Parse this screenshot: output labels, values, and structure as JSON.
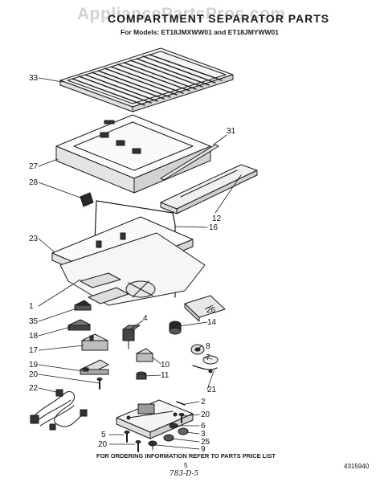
{
  "header": {
    "watermark": "AppliancePartsPros.com",
    "title": "COMPARTMENT SEPARATOR PARTS",
    "subtitle": "For Models: ET18JMXWW01 and ET18JMYWW01"
  },
  "callouts": [
    "33",
    "31",
    "27",
    "28",
    "12",
    "16",
    "23",
    "1",
    "26",
    "35",
    "4",
    "14",
    "18",
    "8",
    "7",
    "17",
    "10",
    "11",
    "19",
    "20",
    "21",
    "22",
    "2",
    "20",
    "6",
    "3",
    "25",
    "9",
    "5",
    "20"
  ],
  "footer": {
    "note": "FOR ORDERING INFORMATION REFER TO PARTS PRICE LIST",
    "page_number": "5",
    "doc_number": "4315940",
    "handwritten": "783-D-5"
  }
}
